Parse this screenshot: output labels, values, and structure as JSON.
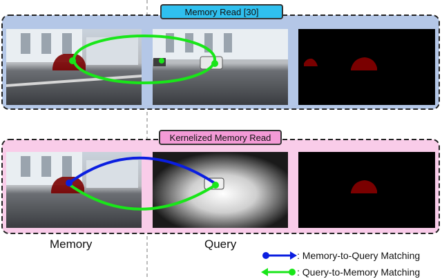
{
  "panels": {
    "top": {
      "title": "Memory Read [30]",
      "background": "#b4c7e7"
    },
    "bottom": {
      "title": "Kernelized Memory Read",
      "background": "#f9cce9"
    }
  },
  "columns": {
    "memory": "Memory",
    "query": "Query"
  },
  "legend": [
    {
      "color": "#0a1ee0",
      "text": ": Memory-to-Query Matching"
    },
    {
      "color": "#19e619",
      "text": ": Query-to-Memory Matching"
    }
  ],
  "colors": {
    "mask": "#7a0000",
    "blue_arrow": "#0a1ee0",
    "green_arrow": "#19e619"
  }
}
